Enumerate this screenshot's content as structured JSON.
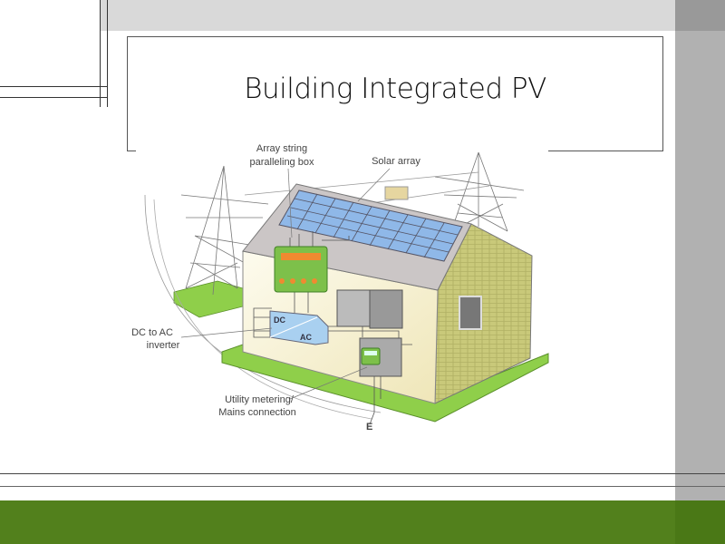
{
  "slide": {
    "title": "Building Integrated PV"
  },
  "diagram": {
    "labels": {
      "array_box_line1": "Array string",
      "array_box_line2": "paralleling box",
      "solar_array": "Solar array",
      "inverter_line1": "DC to AC",
      "inverter_line2": "inverter",
      "inverter_dc": "DC",
      "inverter_ac": "AC",
      "meter_line1": "Utility metering/",
      "meter_line2": "Mains connection",
      "earth": "E"
    }
  },
  "colors": {
    "accent_green": "#52801c",
    "sidebar_gray": "#b1b1b1",
    "top_band": "#d9d9d9"
  }
}
